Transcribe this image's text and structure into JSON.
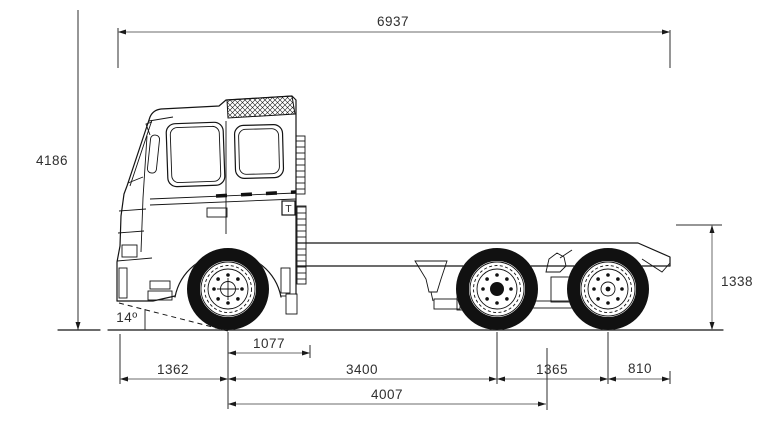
{
  "diagram": {
    "labels": {
      "overall_length": "6937",
      "overall_height": "4186",
      "rear_frame_height": "1338",
      "approach_angle": "14º",
      "front_axle_to_cab_rear": "1077",
      "front_overhang": "1362",
      "wheelbase": "3400",
      "bogie_axle_spread": "1365",
      "rear_overhang": "810",
      "front_axle_to_bogie_center": "4007",
      "cab_marker": "T"
    },
    "colors": {
      "background": "#ffffff",
      "outline": "#141414",
      "dimension_line": "#6b6b6b",
      "text": "#2f2f2f"
    }
  }
}
